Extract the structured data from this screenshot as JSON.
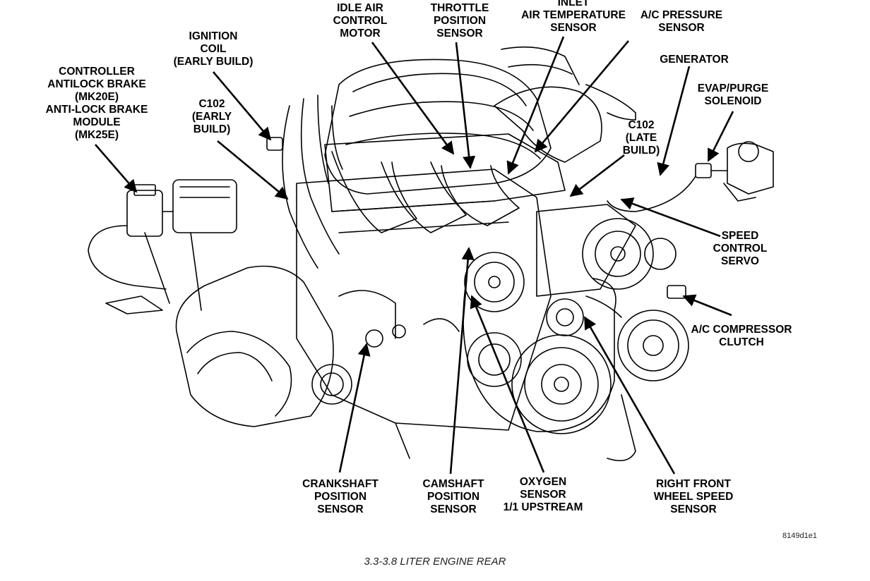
{
  "labels": {
    "controller_abs": "CONTROLLER\nANTILOCK BRAKE\n(MK20E)\nANTI-LOCK BRAKE\nMODULE\n(MK25E)",
    "ignition_coil": "IGNITION\nCOIL\n(EARLY BUILD)",
    "c102_early": "C102\n(EARLY\nBUILD)",
    "idle_air": "IDLE AIR\nCONTROL\nMOTOR",
    "throttle": "THROTTLE\nPOSITION\nSENSOR",
    "inlet_air": "INLET\nAIR TEMPERATURE\nSENSOR",
    "ac_pressure": "A/C PRESSURE\nSENSOR",
    "generator": "GENERATOR",
    "evap": "EVAP/PURGE\nSOLENOID",
    "c102_late": "C102\n(LATE\nBUILD)",
    "speed_control": "SPEED\nCONTROL\nSERVO",
    "ac_compressor": "A/C COMPRESSOR\nCLUTCH",
    "crankshaft": "CRANKSHAFT\nPOSITION\nSENSOR",
    "camshaft": "CAMSHAFT\nPOSITION\nSENSOR",
    "oxygen": "OXYGEN\nSENSOR\n1/1 UPSTREAM",
    "wheel_speed": "RIGHT FRONT\nWHEEL SPEED\nSENSOR"
  },
  "figure_code": "8149d1e1",
  "caption": "3.3-3.8 LITER ENGINE REAR"
}
